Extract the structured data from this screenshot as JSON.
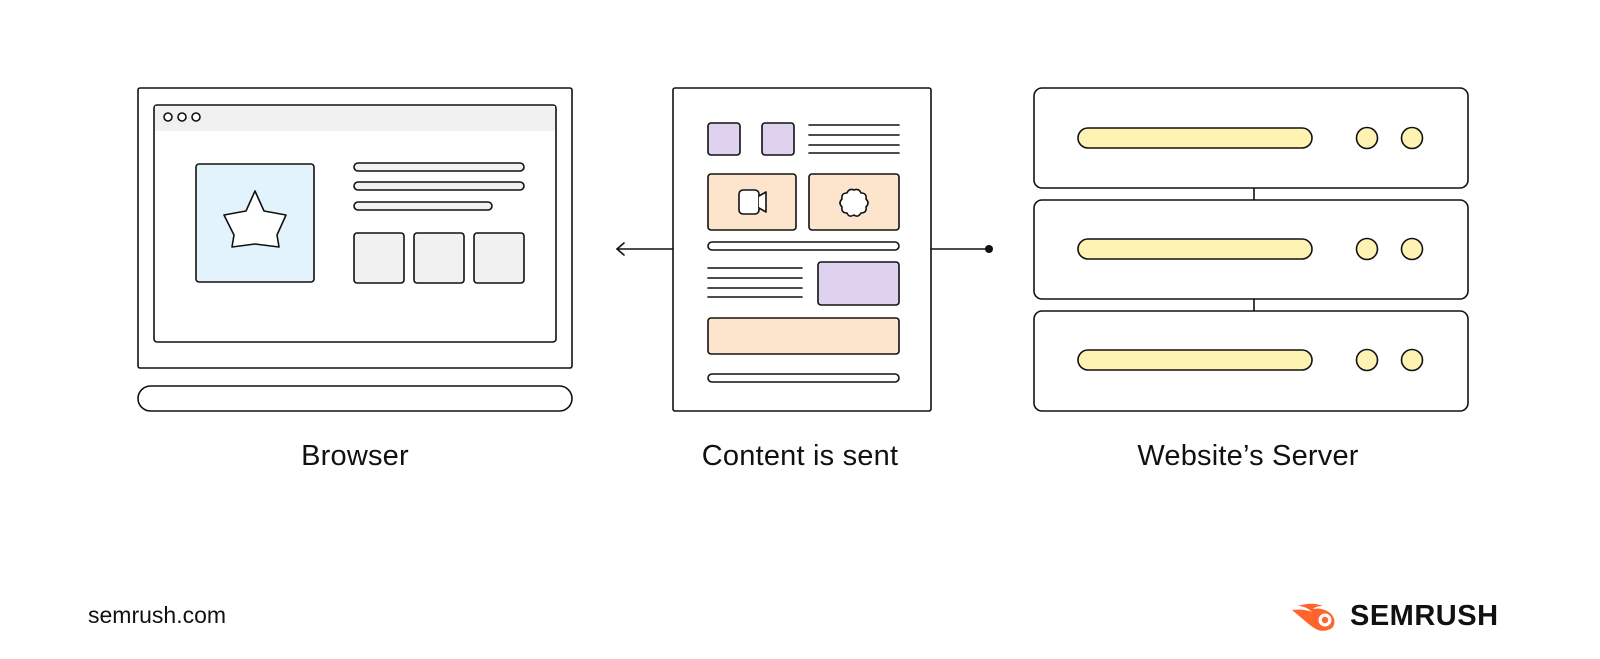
{
  "labels": {
    "browser": "Browser",
    "content": "Content is sent",
    "server": "Website’s Server"
  },
  "footer": {
    "url": "semrush.com",
    "brand": "SEMRUSH"
  },
  "icons": {
    "star": "star-icon",
    "video": "video-camera-icon",
    "flower": "flower-icon",
    "arrow": "arrow-left-icon",
    "logo": "semrush-flame-icon"
  },
  "colors": {
    "outline": "#111111",
    "light_blue": "#E3F3FC",
    "light_gray": "#F1F1F1",
    "purple": "#DED2EF",
    "peach": "#FDE4CD",
    "yellow": "#FEF3B3",
    "brand_orange": "#FF642D"
  }
}
